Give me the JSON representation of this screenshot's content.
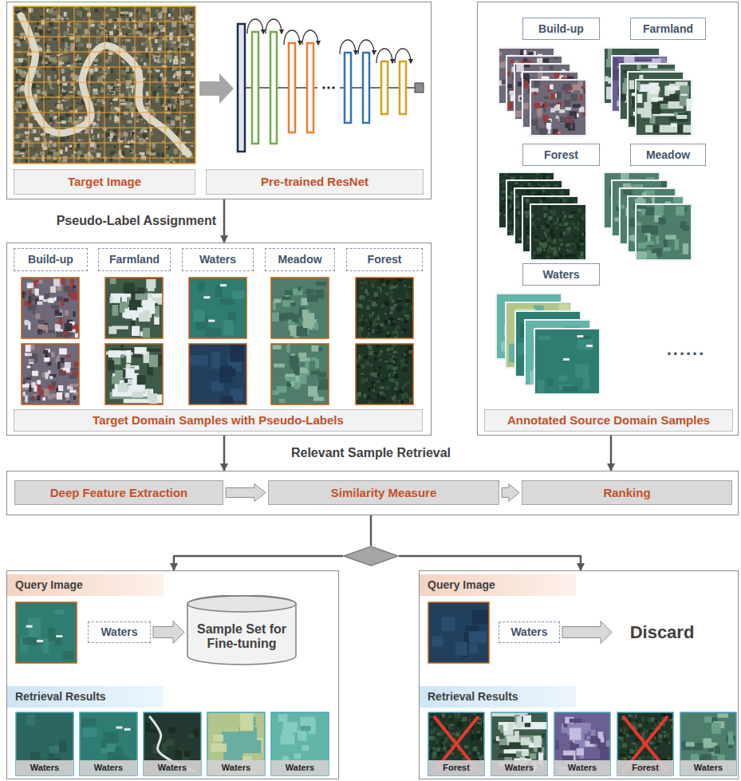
{
  "diagram": {
    "nodes": [
      {
        "text": []
      },
      {
        "text": [
          "Target Image"
        ],
        "in": 0
      },
      {
        "text": [
          "Pre-trained ResNet"
        ],
        "in": 0
      },
      {
        "text": []
      },
      {
        "text": [
          "Build-up"
        ],
        "in": 3
      },
      {
        "text": [
          "Farmland"
        ],
        "in": 3
      },
      {
        "text": [
          "Forest"
        ],
        "in": 3
      },
      {
        "text": [
          "Meadow"
        ],
        "in": 3
      },
      {
        "text": [
          "Waters"
        ],
        "in": 3
      },
      {
        "text": [
          "Annotated Source Domain Samples"
        ],
        "in": 3
      },
      {
        "text": []
      },
      {
        "text": [
          "Build-up"
        ],
        "in": 10
      },
      {
        "text": [
          "Farmland"
        ],
        "in": 10
      },
      {
        "text": [
          "Waters"
        ],
        "in": 10
      },
      {
        "text": [
          "Meadow"
        ],
        "in": 10
      },
      {
        "text": [
          "Forest"
        ],
        "in": 10
      },
      {
        "text": [
          "Target Domain Samples with Pseudo-Labels"
        ],
        "in": 10
      },
      {
        "text": []
      },
      {
        "text": [
          "Deep Feature Extraction"
        ],
        "in": 17
      },
      {
        "text": [
          "Similarity Measure"
        ],
        "in": 17
      },
      {
        "text": [
          "Ranking"
        ],
        "in": 17
      },
      {
        "text": []
      },
      {
        "text": []
      },
      {
        "text": [
          "Query Image"
        ],
        "in": 22
      },
      {
        "text": [
          "Waters"
        ],
        "in": 22
      },
      {
        "text": [
          "Sample Set for Fine-tuning"
        ],
        "in": 22
      },
      {
        "text": [
          "Retrieval Results"
        ],
        "in": 22
      },
      {
        "text": []
      },
      {
        "text": [
          "Query Image"
        ],
        "in": 27
      },
      {
        "text": [
          "Waters"
        ],
        "in": 27
      },
      {
        "text": [
          "Discard"
        ],
        "in": 27
      },
      {
        "text": [
          "Retrieval Results"
        ],
        "in": 27
      }
    ],
    "edges": [
      {
        "from": 0,
        "to": 10,
        "arrow": "to",
        "label": "Pseudo-Label Assignment"
      },
      {
        "from": 10,
        "to": 17,
        "arrow": "to"
      },
      {
        "from": 3,
        "to": 17,
        "arrow": "to"
      },
      {
        "from": 18,
        "to": 19,
        "arrow": "to"
      },
      {
        "from": 19,
        "to": 20,
        "arrow": "to"
      },
      {
        "from": 17,
        "to": 21,
        "arrow": "none"
      },
      {
        "from": 21,
        "to": 22,
        "arrow": "to"
      },
      {
        "from": 21,
        "to": 27,
        "arrow": "to"
      },
      {
        "from": 24,
        "to": 25,
        "arrow": "to"
      },
      {
        "from": 29,
        "to": 30,
        "arrow": "to"
      }
    ],
    "labels": [
      "Relevant Sample Retrieval",
      "......",
      "Waters",
      "Waters",
      "Waters",
      "Waters",
      "Waters",
      "Forest",
      "Waters",
      "Waters",
      "Forest",
      "Waters"
    ]
  }
}
